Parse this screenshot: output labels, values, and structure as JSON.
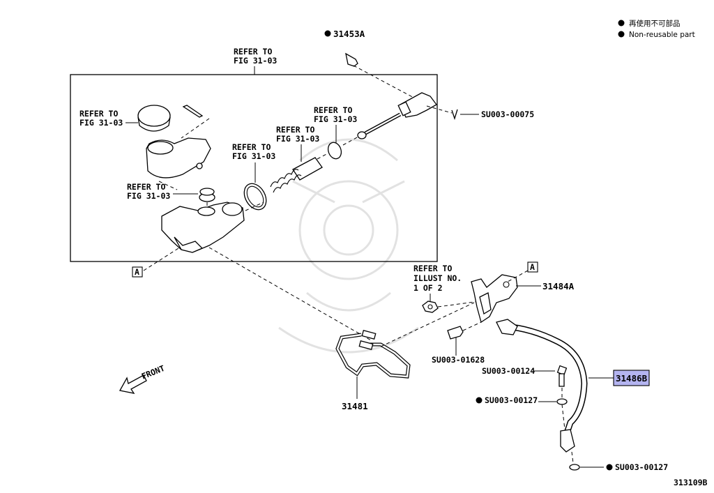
{
  "legend": {
    "bullet_color": "#000000",
    "line1": "再使用不可部品",
    "line2": "Non-reusable part"
  },
  "refer_to_fig": {
    "line1": "REFER TO",
    "line2": "FIG 31-03"
  },
  "refer_to_illust": {
    "line1": "REFER TO",
    "line2": "ILLUST NO.",
    "line3": "1 OF 2"
  },
  "ref_marker": "A",
  "front_label": "FRONT",
  "parts": {
    "p31453A": "31453A",
    "su_00075": "SU003-00075",
    "p31484A": "31484A",
    "su_01628": "SU003-01628",
    "su_00124": "SU003-00124",
    "p31486B": "31486B",
    "su_00127_a": "SU003-00127",
    "su_00127_b": "SU003-00127",
    "p31481": "31481"
  },
  "highlight_color": "#b4b4f0",
  "illustration_number": "313109B"
}
